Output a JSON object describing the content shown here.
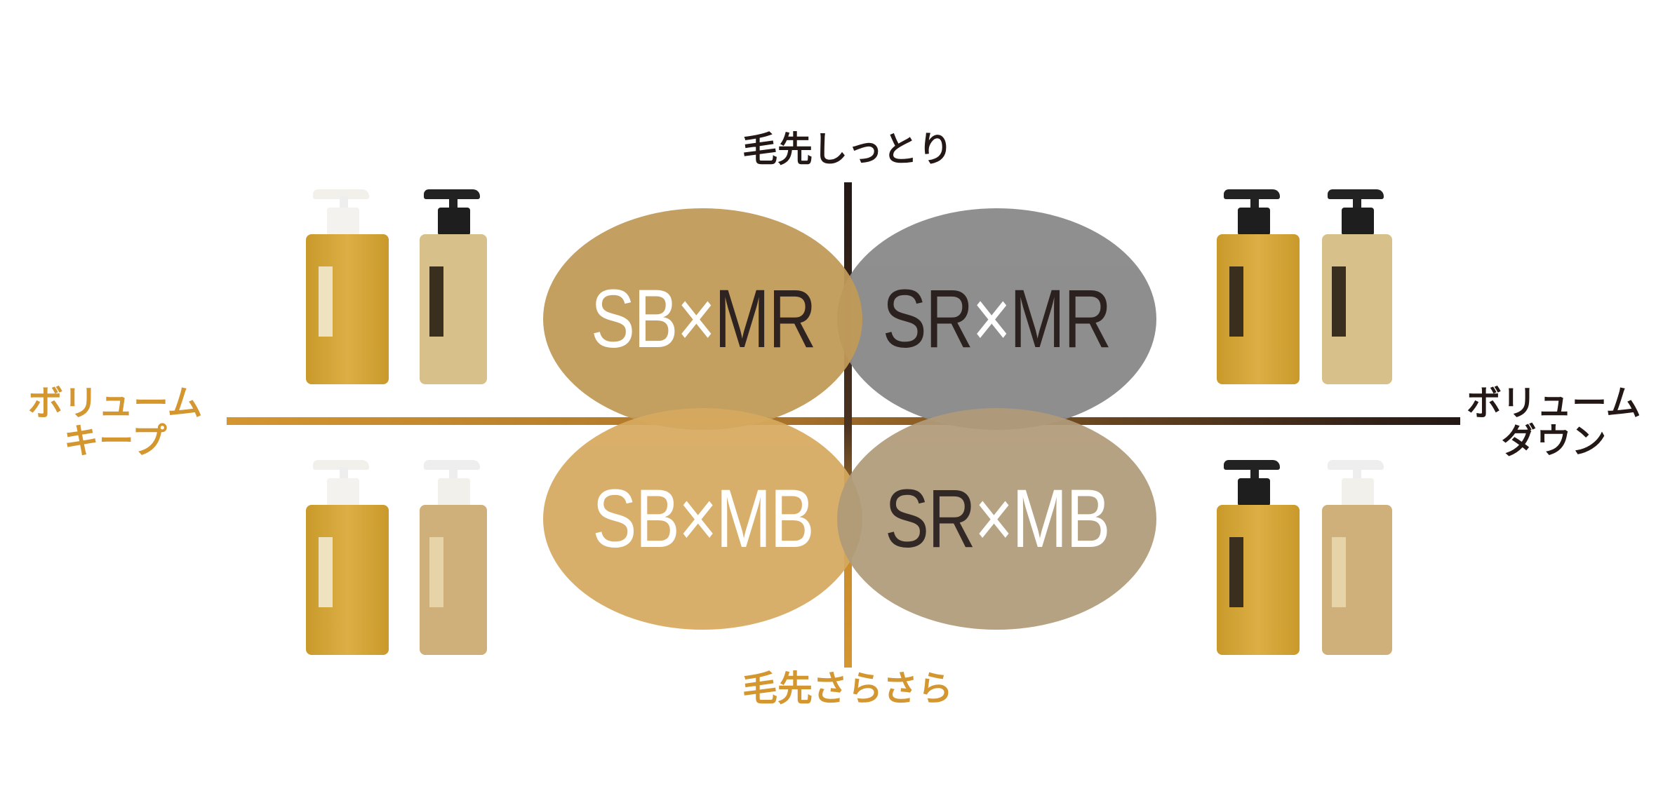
{
  "axes": {
    "top": "毛先しっとり",
    "bottom": "毛先さらさら",
    "left": [
      "ボリューム",
      "キープ"
    ],
    "right": [
      "ボリューム",
      "ダウン"
    ]
  },
  "colors": {
    "accent": "#d4962f",
    "dark": "#231815",
    "sb_mr": "#c09a58",
    "sr_mr": "#8a8a8a",
    "sb_mb": "#d6a95f",
    "sr_mb": "#b09b7a"
  },
  "quadrants": [
    {
      "id": "sb-mr",
      "a": "SB",
      "x": "×",
      "b": "MR"
    },
    {
      "id": "sr-mr",
      "a": "SR",
      "x": "×",
      "b": "MR"
    },
    {
      "id": "sb-mb",
      "a": "SB",
      "x": "×",
      "b": "MB"
    },
    {
      "id": "sr-mb",
      "a": "SR",
      "x": "×",
      "b": "MB"
    }
  ],
  "products": {
    "top_left": [
      "shampoo-white-pump",
      "treatment-black-pump"
    ],
    "bottom_left": [
      "shampoo-white-pump",
      "treatment-white-pump"
    ],
    "top_right": [
      "shampoo-black-pump",
      "treatment-black-pump"
    ],
    "bottom_right": [
      "shampoo-black-pump",
      "treatment-white-pump"
    ]
  }
}
